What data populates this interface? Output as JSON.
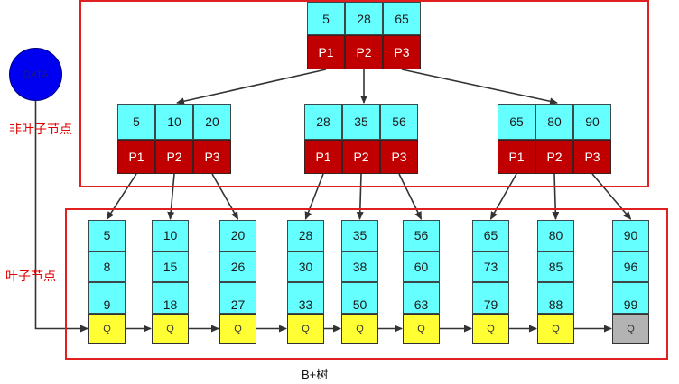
{
  "title": "B+树",
  "labels": {
    "non_leaf": "非叶子节点",
    "leaf": "叶子节点"
  },
  "data_node": "DATA",
  "root": {
    "keys": [
      "5",
      "28",
      "65"
    ],
    "pointers": [
      "P1",
      "P2",
      "P3"
    ]
  },
  "internal_nodes": [
    {
      "keys": [
        "5",
        "10",
        "20"
      ],
      "pointers": [
        "P1",
        "P2",
        "P3"
      ]
    },
    {
      "keys": [
        "28",
        "35",
        "56"
      ],
      "pointers": [
        "P1",
        "P2",
        "P3"
      ]
    },
    {
      "keys": [
        "65",
        "80",
        "90"
      ],
      "pointers": [
        "P1",
        "P2",
        "P3"
      ]
    }
  ],
  "leaves": [
    {
      "keys": [
        "5",
        "8",
        "9"
      ],
      "link": "Q"
    },
    {
      "keys": [
        "10",
        "15",
        "18"
      ],
      "link": "Q"
    },
    {
      "keys": [
        "20",
        "26",
        "27"
      ],
      "link": "Q"
    },
    {
      "keys": [
        "28",
        "30",
        "33"
      ],
      "link": "Q"
    },
    {
      "keys": [
        "35",
        "38",
        "50"
      ],
      "link": "Q"
    },
    {
      "keys": [
        "56",
        "60",
        "63"
      ],
      "link": "Q"
    },
    {
      "keys": [
        "65",
        "73",
        "79"
      ],
      "link": "Q"
    },
    {
      "keys": [
        "80",
        "85",
        "88"
      ],
      "link": "Q"
    },
    {
      "keys": [
        "90",
        "96",
        "99"
      ],
      "link": "Q"
    }
  ],
  "colors": {
    "key_cell": "#66ffff",
    "pointer_cell": "#c00000",
    "leaf_link": "#ffff33",
    "leaf_link_end": "#b3b3b3",
    "frame": "#e02020",
    "data_circle": "#0000f0",
    "label_text": "#e00000"
  }
}
